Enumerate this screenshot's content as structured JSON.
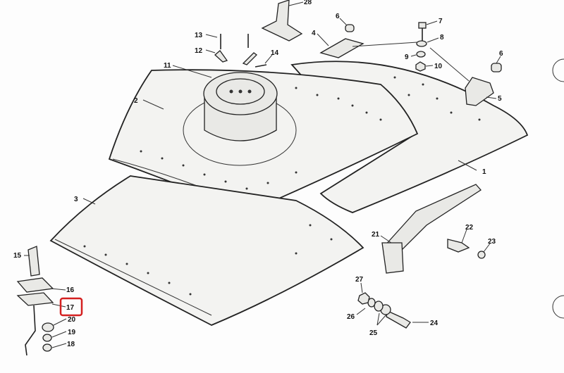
{
  "callouts": {
    "c1": "1",
    "c2": "2",
    "c3": "3",
    "c4": "4",
    "c5": "5",
    "c6a": "6",
    "c6b": "6",
    "c7": "7",
    "c8": "8",
    "c9": "9",
    "c10": "10",
    "c11": "11",
    "c12": "12",
    "c13": "13",
    "c14": "14",
    "c15": "15",
    "c16": "16",
    "c17": "17",
    "c18": "18",
    "c19": "19",
    "c20": "20",
    "c21": "21",
    "c22": "22",
    "c23": "23",
    "c24": "24",
    "c25": "25",
    "c26": "26",
    "c27": "27",
    "c28": "28"
  },
  "highlight": {
    "label": "17",
    "color": "#d42020"
  }
}
